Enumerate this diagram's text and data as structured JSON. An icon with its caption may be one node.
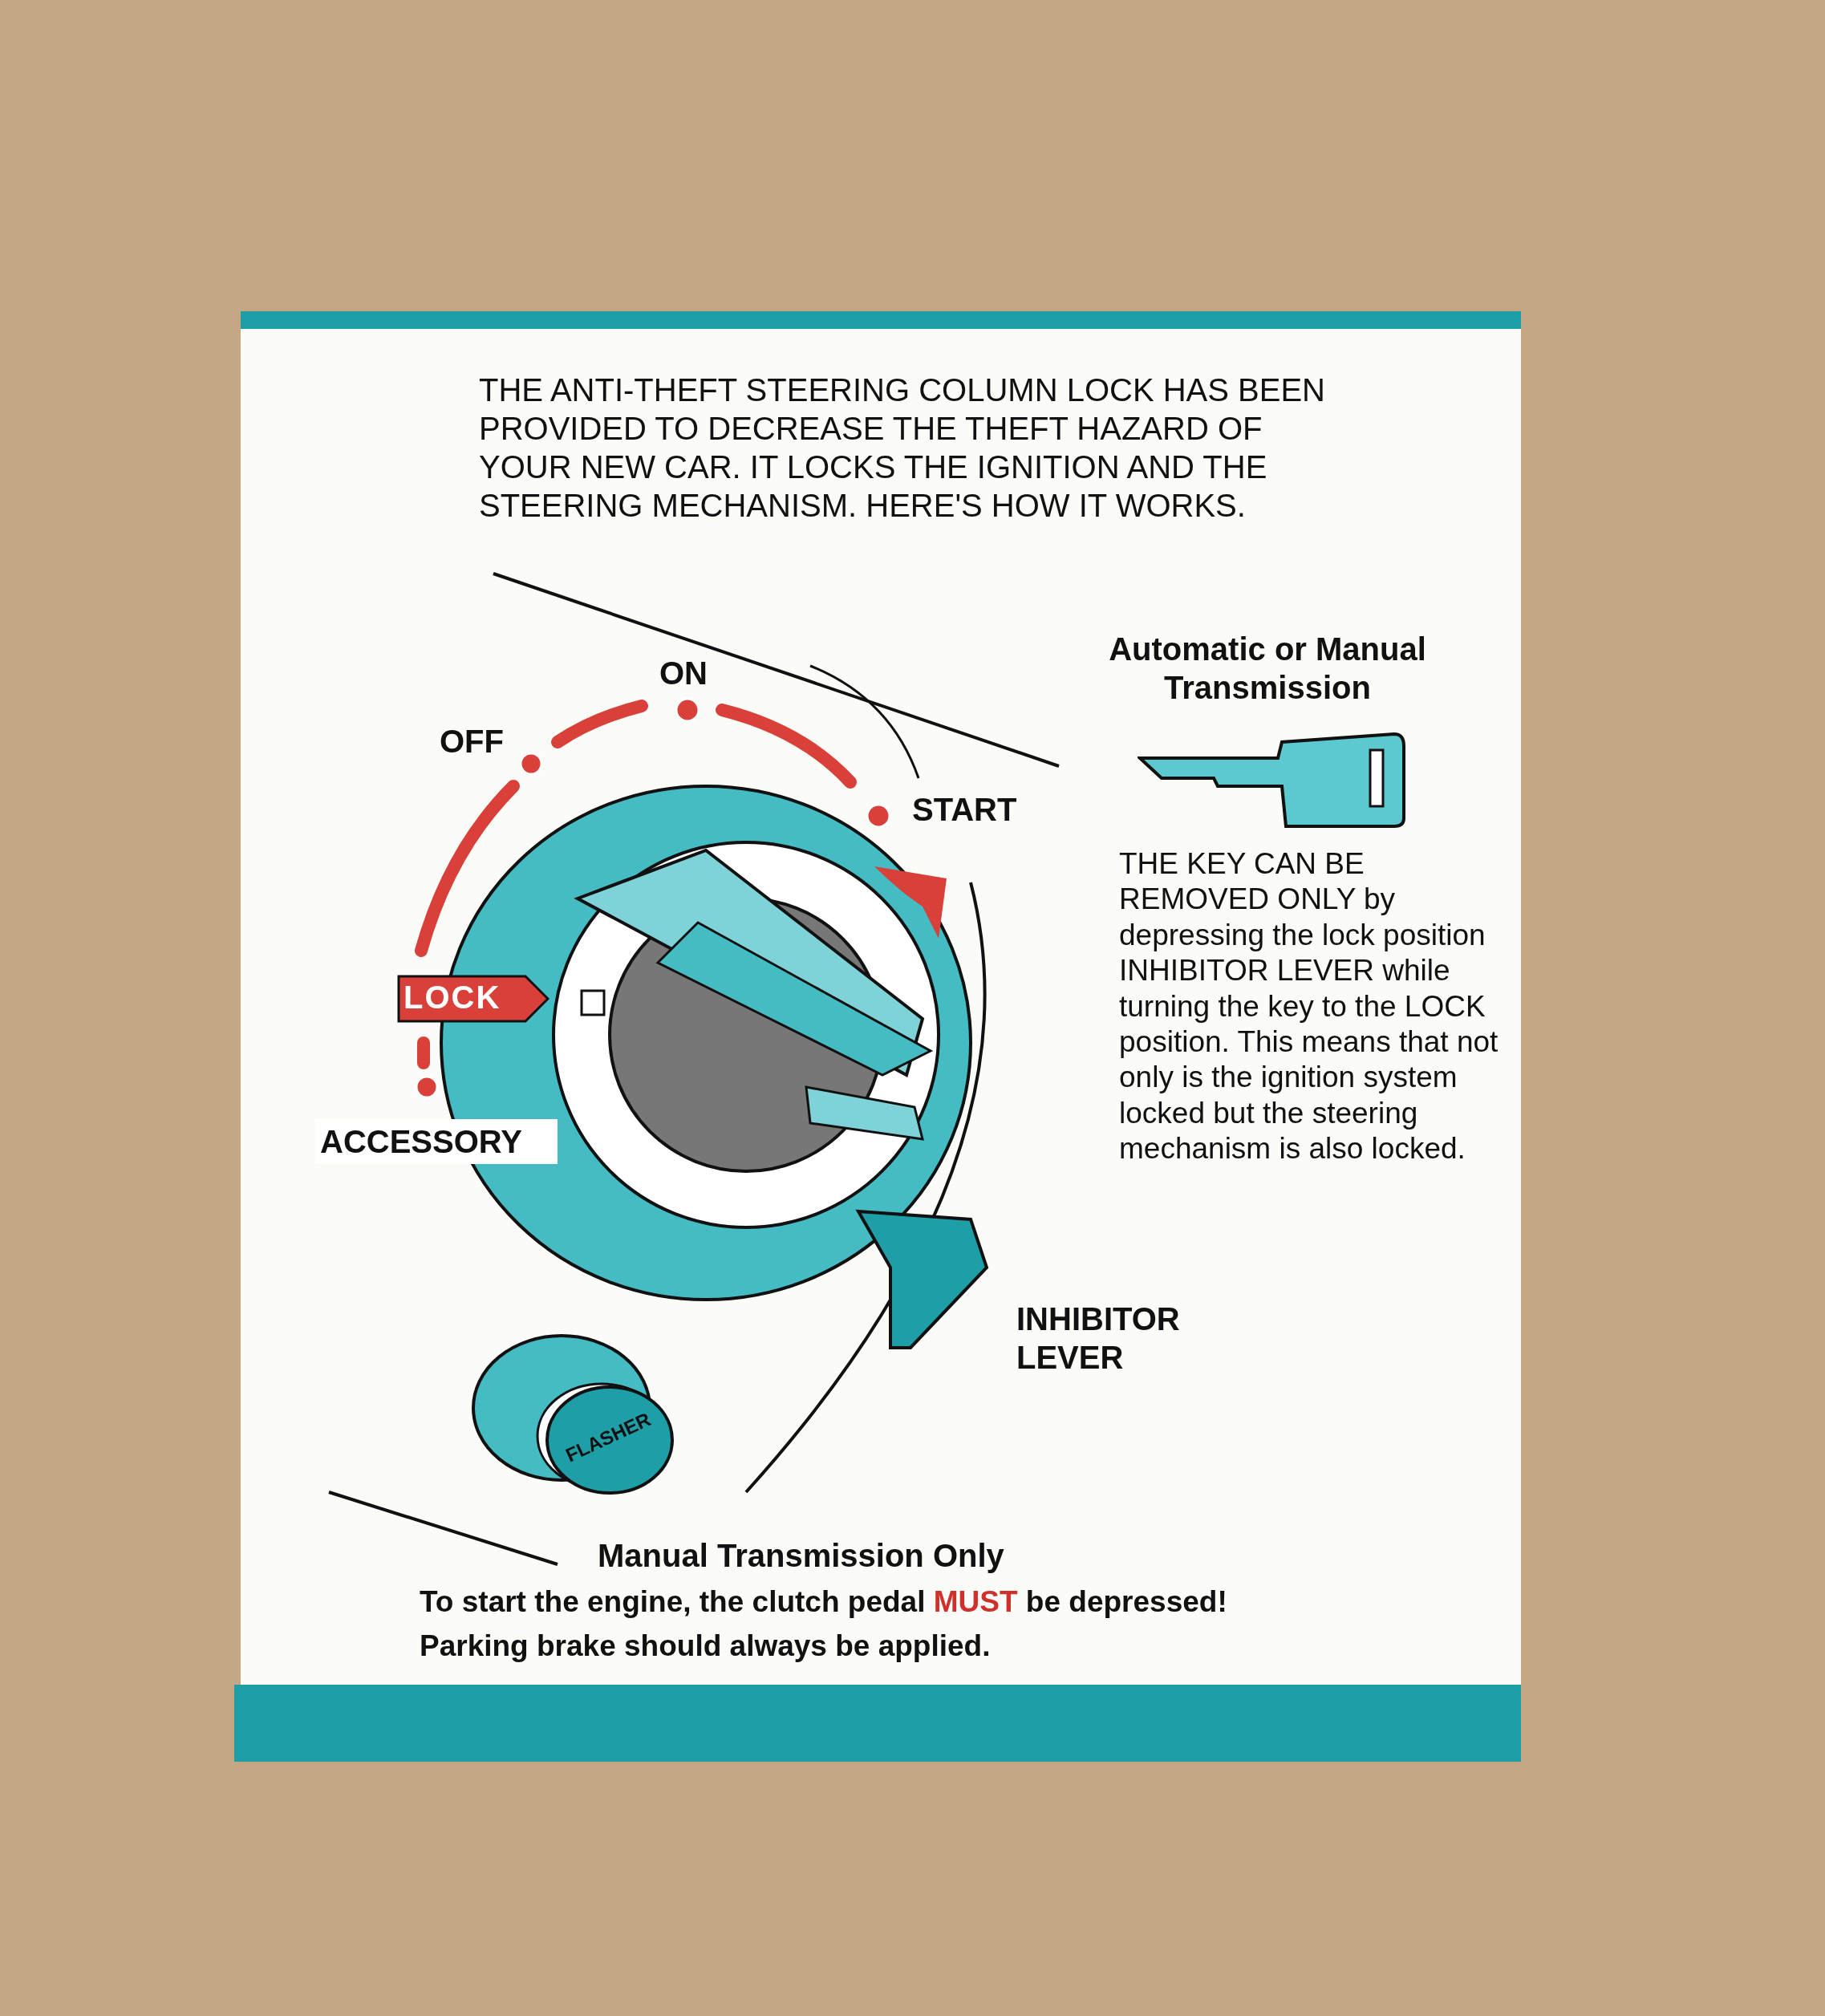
{
  "diagram": {
    "nodes": [
      {
        "text": [
          "LOCK"
        ]
      }
    ],
    "labels": [
      "THE ANTI-THEFT STEERING COLUMN LOCK HAS BEEN PROVIDED TO DECREASE THE THEFT HAZARD OF YOUR NEW CAR. IT LOCKS THE IGNITION AND THE STEERING MECHANISM. HERE'S HOW IT WORKS.",
      "ON",
      "OFF",
      "START",
      "ACCESSORY",
      "Automatic or Manual Transmission",
      "THE KEY CAN BE REMOVED ONLY by depressing the lock position INHIBITOR LEVER while turning the key to the LOCK position. This means that not only is the ignition system locked but the steering mechanism is also locked.",
      "INHIBITOR LEVER",
      "FLASHER",
      "Manual Transmission Only",
      "To start the engine, the clutch pedal **MUST** be depressed!",
      "Parking brake should always be applied."
    ]
  }
}
